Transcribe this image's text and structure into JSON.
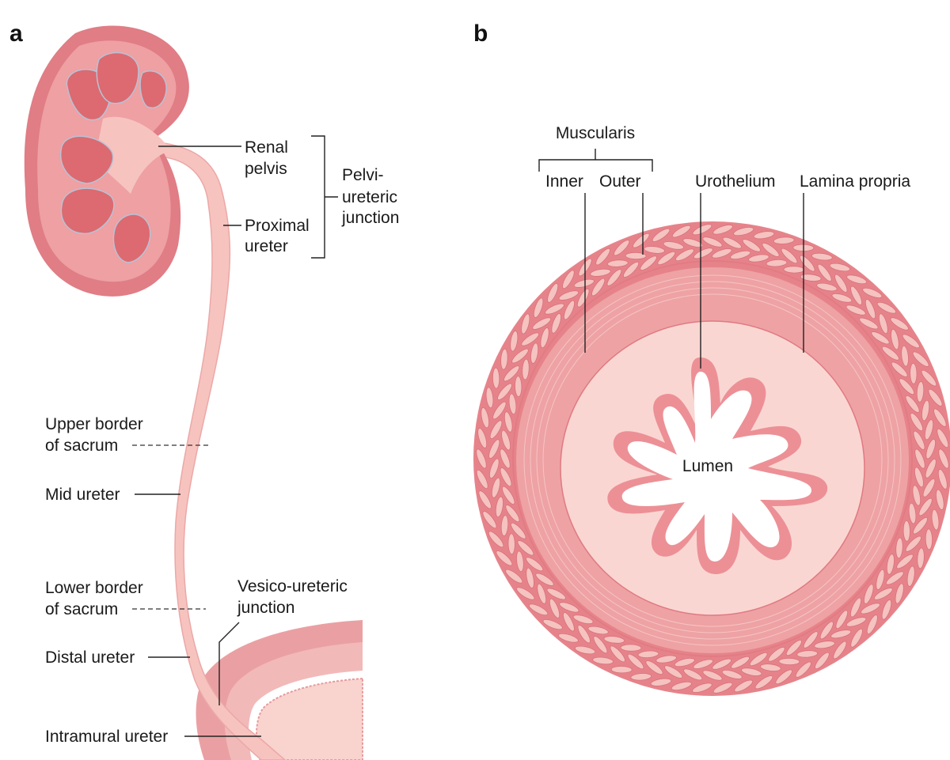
{
  "panels": {
    "a": "a",
    "b": "b"
  },
  "panel_a_labels": {
    "renal_pelvis_1": "Renal",
    "renal_pelvis_2": "pelvis",
    "pelvi_1": "Pelvi-",
    "pelvi_2": "ureteric",
    "pelvi_3": "junction",
    "proximal_1": "Proximal",
    "proximal_2": "ureter",
    "upper_border_1": "Upper border",
    "upper_border_2": "of sacrum",
    "mid_ureter": "Mid ureter",
    "lower_border_1": "Lower border",
    "lower_border_2": "of sacrum",
    "vesico_1": "Vesico-ureteric",
    "vesico_2": "junction",
    "distal_ureter": "Distal ureter",
    "intramural_ureter": "Intramural ureter"
  },
  "panel_b_labels": {
    "muscularis": "Muscularis",
    "inner": "Inner",
    "outer": "Outer",
    "urothelium": "Urothelium",
    "lamina_propria": "Lamina propria",
    "lumen": "Lumen"
  },
  "colors": {
    "outer_tissue": "#e6838a",
    "muscle_light": "#f5c3c0",
    "muscle_dark": "#d9707a",
    "inner_muscle": "#eea2a4",
    "lamina_propria": "#fad6d2",
    "urothelium": "#ec9096",
    "lumen": "#ffffff",
    "papilla": "#dc6a70",
    "ureter": "#f7c3bf"
  }
}
